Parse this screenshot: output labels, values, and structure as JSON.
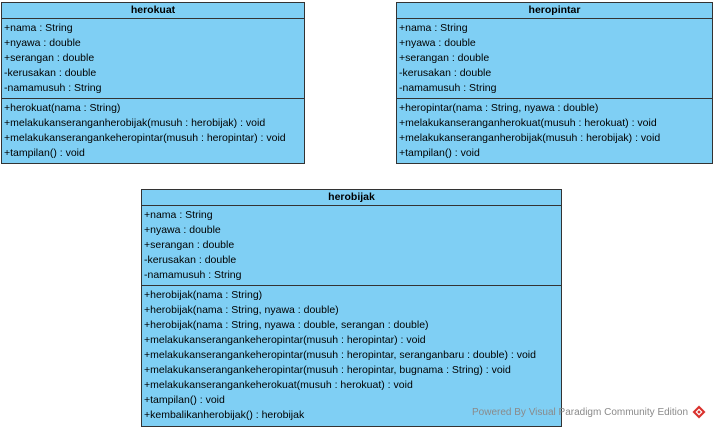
{
  "classes": {
    "herokuat": {
      "name": "herokuat",
      "attributes": [
        "+nama : String",
        "+nyawa : double",
        "+serangan : double",
        "-kerusakan : double",
        "-namamusuh : String"
      ],
      "operations": [
        "+herokuat(nama : String)",
        "+melakukanseranganherobijak(musuh : herobijak) : void",
        "+melakukanserangankeheropintar(musuh : heropintar) : void",
        "+tampilan() : void"
      ]
    },
    "heropintar": {
      "name": "heropintar",
      "attributes": [
        "+nama : String",
        "+nyawa : double",
        "+serangan : double",
        "-kerusakan : double",
        "-namamusuh : String"
      ],
      "operations": [
        "+heropintar(nama : String, nyawa : double)",
        "+melakukanseranganherokuat(musuh : herokuat) : void",
        "+melakukanseranganherobijak(musuh : herobijak) : void",
        "+tampilan() : void"
      ]
    },
    "herobijak": {
      "name": "herobijak",
      "attributes": [
        "+nama : String",
        "+nyawa : double",
        "+serangan : double",
        "-kerusakan : double",
        "-namamusuh : String"
      ],
      "operations": [
        "+herobijak(nama : String)",
        "+herobijak(nama : String, nyawa : double)",
        "+herobijak(nama : String, nyawa : double, serangan : double)",
        "+melakukanserangankeheropintar(musuh : heropintar) : void",
        "+melakukanserangankeheropintar(musuh : heropintar, seranganbaru : double) : void",
        "+melakukanserangankeheropintar(musuh : heropintar, bugnama : String) : void",
        "+melakukanserangankeherokuat(musuh : herokuat) : void",
        "+tampilan() : void",
        "+kembalikanherobijak() : herobijak"
      ]
    }
  },
  "watermark": {
    "text": "Powered By  Visual Paradigm Community Edition",
    "logo_icon": "visual-paradigm-logo-icon"
  },
  "colors": {
    "class_fill": "#7fcff4",
    "border": "#333333",
    "watermark_text": "#8a8a8a",
    "logo": "#d9302c"
  }
}
